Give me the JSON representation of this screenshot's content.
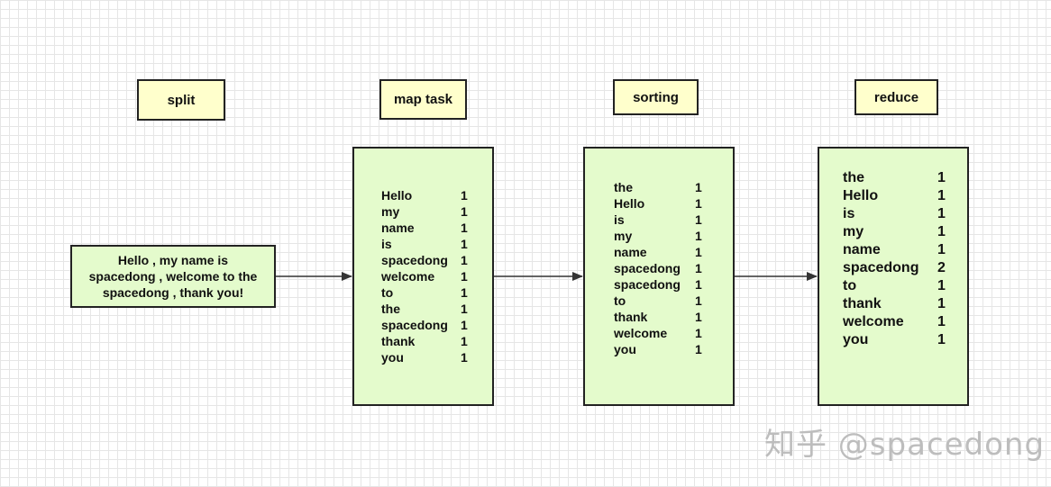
{
  "stages": {
    "split": "split",
    "map": "map task",
    "sorting": "sorting",
    "reduce": "reduce"
  },
  "input_text": [
    "Hello , my name is",
    "spacedong , welcome to the",
    "spacedong , thank you!"
  ],
  "map_rows": [
    {
      "word": "Hello",
      "count": "1"
    },
    {
      "word": "my",
      "count": "1"
    },
    {
      "word": "name",
      "count": "1"
    },
    {
      "word": "is",
      "count": "1"
    },
    {
      "word": "spacedong",
      "count": "1"
    },
    {
      "word": "welcome",
      "count": "1"
    },
    {
      "word": "to",
      "count": "1"
    },
    {
      "word": "the",
      "count": "1"
    },
    {
      "word": "spacedong",
      "count": "1"
    },
    {
      "word": "thank",
      "count": "1"
    },
    {
      "word": "you",
      "count": "1"
    }
  ],
  "sorting_rows": [
    {
      "word": "the",
      "count": "1"
    },
    {
      "word": "Hello",
      "count": "1"
    },
    {
      "word": "is",
      "count": "1"
    },
    {
      "word": "my",
      "count": "1"
    },
    {
      "word": "name",
      "count": "1"
    },
    {
      "word": "spacedong",
      "count": "1"
    },
    {
      "word": "spacedong",
      "count": "1"
    },
    {
      "word": "to",
      "count": "1"
    },
    {
      "word": "thank",
      "count": "1"
    },
    {
      "word": "welcome",
      "count": "1"
    },
    {
      "word": "you",
      "count": "1"
    }
  ],
  "reduce_rows": [
    {
      "word": "the",
      "count": "1"
    },
    {
      "word": "Hello",
      "count": "1"
    },
    {
      "word": "is",
      "count": "1"
    },
    {
      "word": "my",
      "count": "1"
    },
    {
      "word": "name",
      "count": "1"
    },
    {
      "word": "spacedong",
      "count": "2"
    },
    {
      "word": "to",
      "count": "1"
    },
    {
      "word": "thank",
      "count": "1"
    },
    {
      "word": "welcome",
      "count": "1"
    },
    {
      "word": "you",
      "count": "1"
    }
  ],
  "watermark": "知乎 @spacedong"
}
